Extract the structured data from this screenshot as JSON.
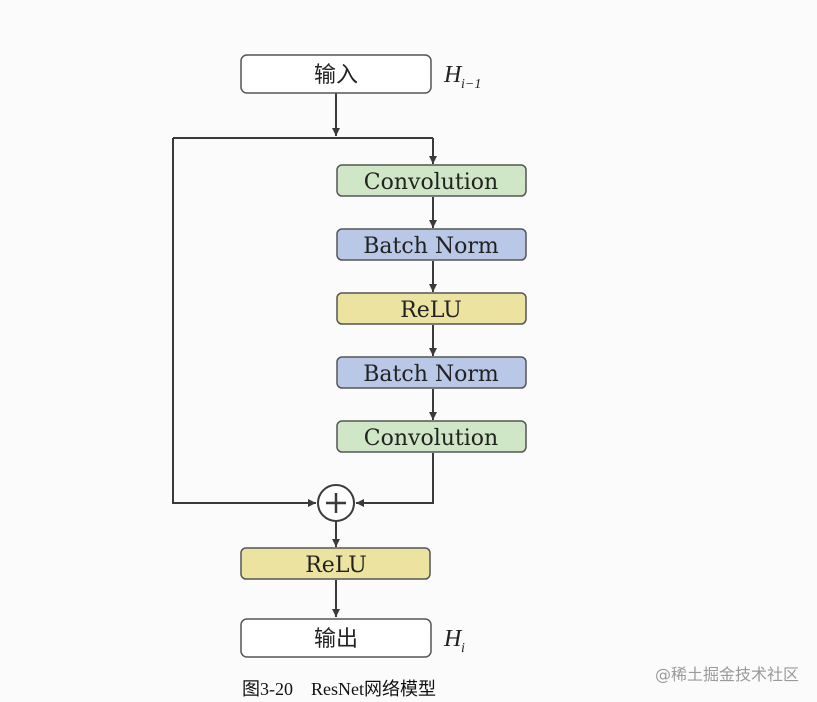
{
  "nodes": {
    "input": {
      "label": "输入",
      "var": "H",
      "sub": "i−1",
      "fill": "#ffffff"
    },
    "conv1": {
      "label": "Convolution",
      "fill": "#cfe6c7"
    },
    "bn1": {
      "label": "Batch Norm",
      "fill": "#b8c8e6"
    },
    "relu1": {
      "label": "ReLU",
      "fill": "#ece3a0"
    },
    "bn2": {
      "label": "Batch Norm",
      "fill": "#b8c8e6"
    },
    "conv2": {
      "label": "Convolution",
      "fill": "#cfe6c7"
    },
    "add": {
      "symbol": "+"
    },
    "relu2": {
      "label": "ReLU",
      "fill": "#ece3a0"
    },
    "output": {
      "label": "输出",
      "var": "H",
      "sub": "i",
      "fill": "#ffffff"
    }
  },
  "caption": "图3-20　ResNet网络模型",
  "watermark": "@稀土掘金技术社区",
  "colors": {
    "line": "#3a3a3a",
    "stroke": "#555555"
  }
}
